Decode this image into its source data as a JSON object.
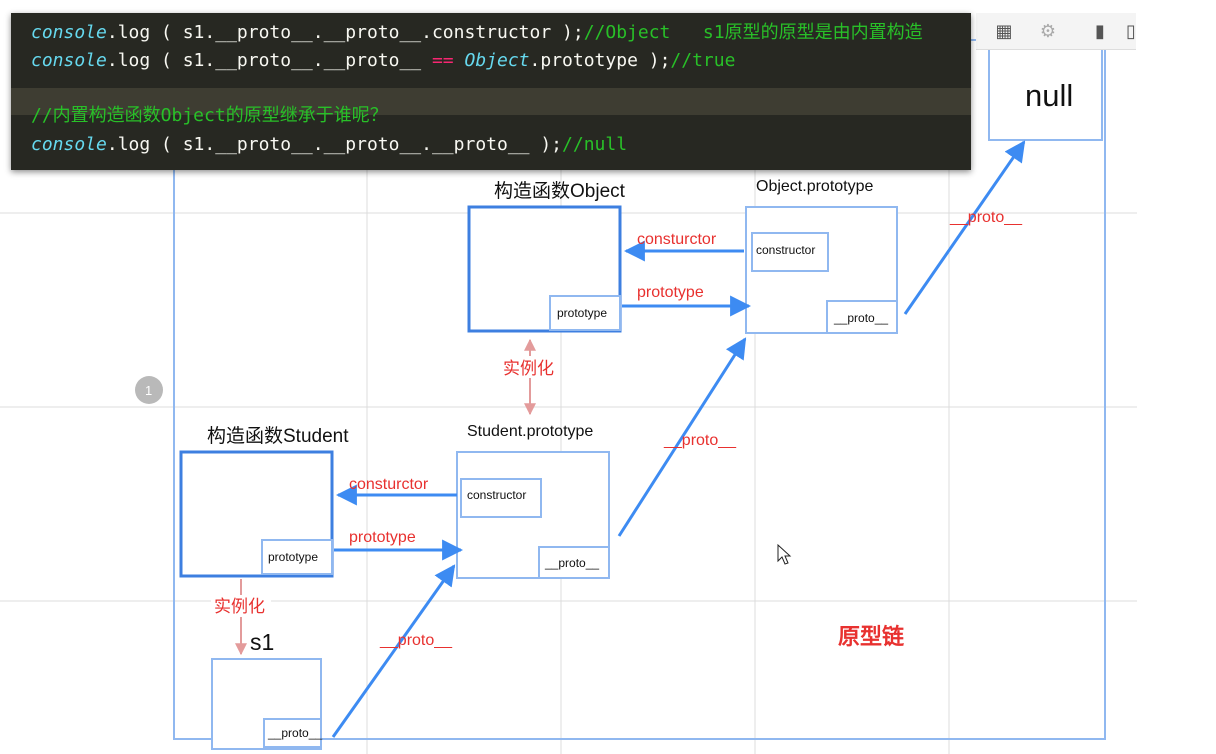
{
  "code": {
    "line1": {
      "fn": "console",
      "method": ".log ( s1.__proto__.__proto__.constructor );",
      "comment": "//Object   s1原型的原型是由内置构造"
    },
    "line2": {
      "fn": "console",
      "method": ".log ( s1.__proto__.__proto__ ",
      "op": "==",
      "obj": "Object",
      "rest": ".prototype );",
      "comment": "//true"
    },
    "line4": {
      "comment": "//内置构造函数Object的原型继承于谁呢？"
    },
    "line5": {
      "fn": "console",
      "method": ".log ( s1.__proto__.__proto__.__proto__ );",
      "comment": "//null"
    }
  },
  "diagram": {
    "null_label": "null",
    "object_ctor_title": "构造函数Object",
    "object_proto_title": "Object.prototype",
    "student_ctor_title": "构造函数Student",
    "student_proto_title": "Student.prototype",
    "s1_title": "s1",
    "prototype_label": "prototype",
    "constructor_label": "constructor",
    "proto_label": "__proto__",
    "consturctor_arrow": "consturctor",
    "prototype_arrow": "prototype",
    "proto_arrow": "__proto__",
    "instantiate": "实例化",
    "chain_title": "原型链",
    "badge": "1"
  },
  "colors": {
    "code_bg": "#272822",
    "box_blue": "#3d7fe0",
    "box_light": "#90b8f0",
    "arrow_blue": "#3d8bf2",
    "red": "#e8312f",
    "pink_line": "#e39b9b"
  }
}
